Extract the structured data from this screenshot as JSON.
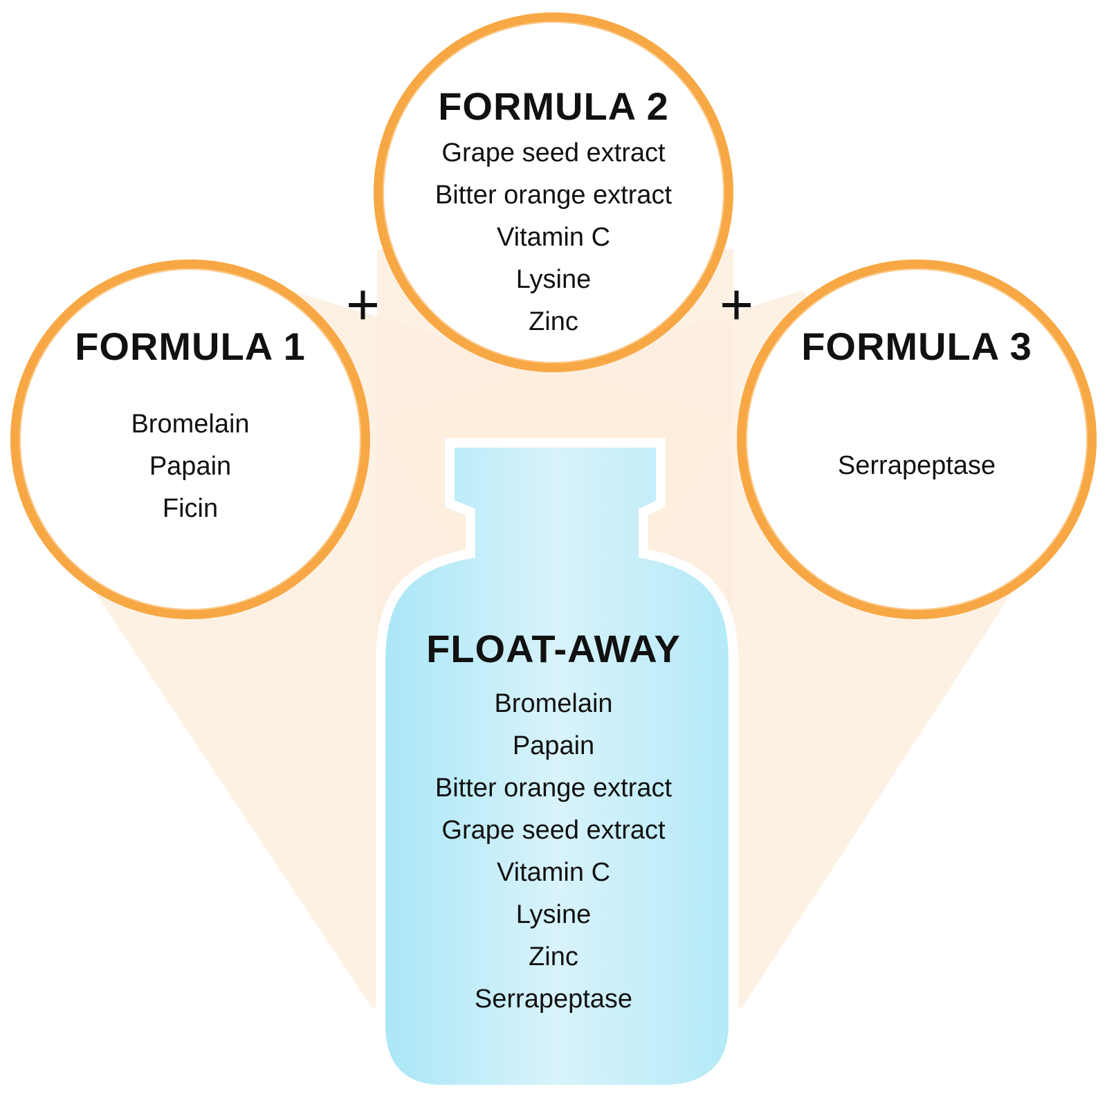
{
  "colors": {
    "ring": "#f7a844",
    "beam": "#fde9d3",
    "bottle_light": "#d8f3fb",
    "bottle_dark": "#a9e6f6"
  },
  "formulas": [
    {
      "title": "FORMULA 1",
      "items": [
        "Bromelain",
        "Papain",
        "Ficin"
      ]
    },
    {
      "title": "FORMULA 2",
      "items": [
        "Grape seed extract",
        "Bitter orange extract",
        "Vitamin C",
        "Lysine",
        "Zinc"
      ]
    },
    {
      "title": "FORMULA 3",
      "items": [
        "Serrapeptase"
      ]
    }
  ],
  "operators": {
    "plus_left": "+",
    "plus_right": "+"
  },
  "product": {
    "title": "FLOAT-AWAY",
    "items": [
      "Bromelain",
      "Papain",
      "Bitter orange extract",
      "Grape seed extract",
      "Vitamin C",
      "Lysine",
      "Zinc",
      "Serrapeptase"
    ]
  }
}
